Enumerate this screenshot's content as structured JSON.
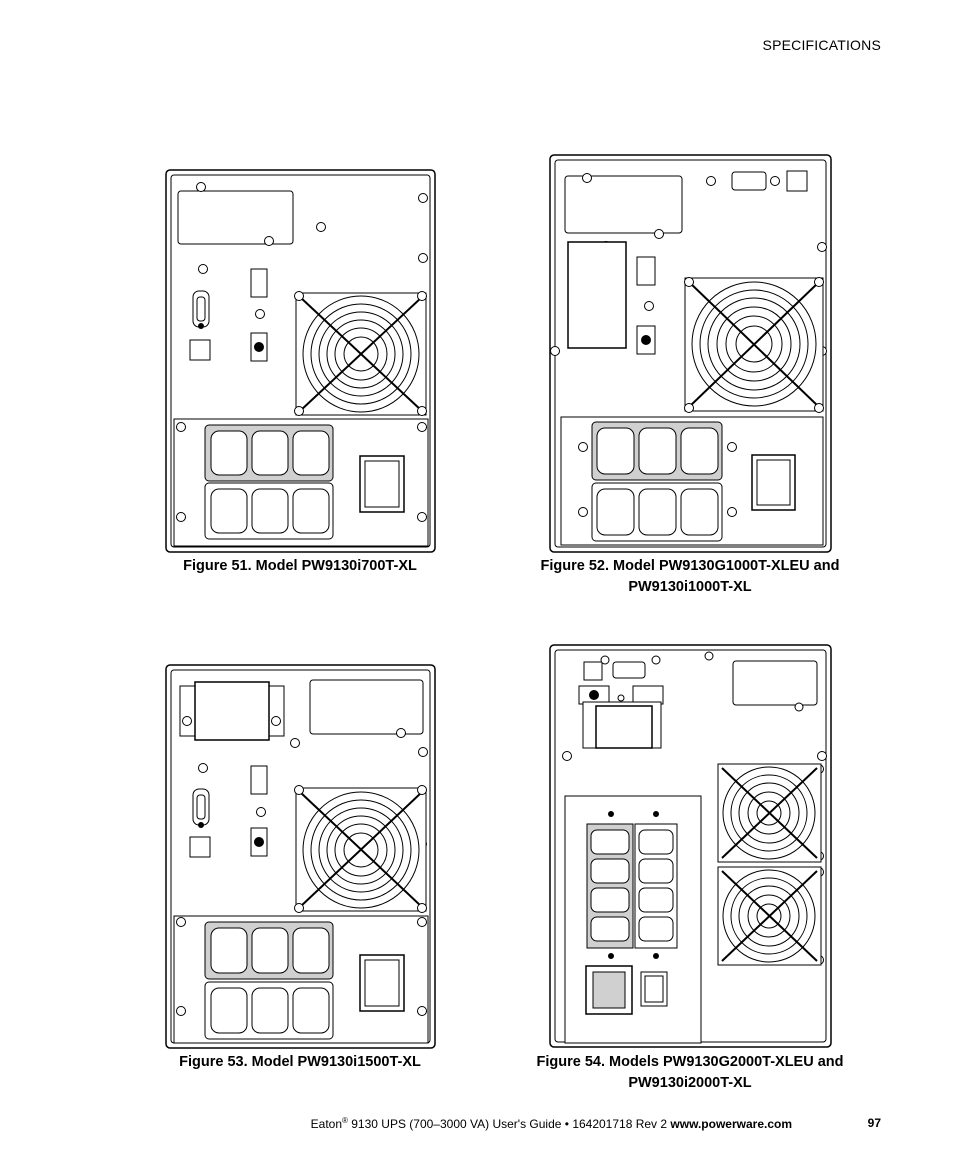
{
  "header": {
    "section": "SPECIFICATIONS"
  },
  "figures": [
    {
      "caption_line1": "Figure 51. Model PW9130i700T-XL",
      "caption_line2": ""
    },
    {
      "caption_line1": "Figure 52. Model PW9130G1000T-XLEU and",
      "caption_line2": "PW9130i1000T-XL"
    },
    {
      "caption_line1": "Figure 53. Model PW9130i1500T-XL",
      "caption_line2": ""
    },
    {
      "caption_line1": "Figure 54. Models PW9130G2000T-XLEU and",
      "caption_line2": "PW9130i2000T-XL"
    }
  ],
  "footer": {
    "brand": "Eaton",
    "trademark": "®",
    "guide": " 9130 UPS (700–3000 VA) User's Guide  •  164201718 Rev 2 ",
    "website": "www.powerware.com",
    "page_number": "97"
  }
}
